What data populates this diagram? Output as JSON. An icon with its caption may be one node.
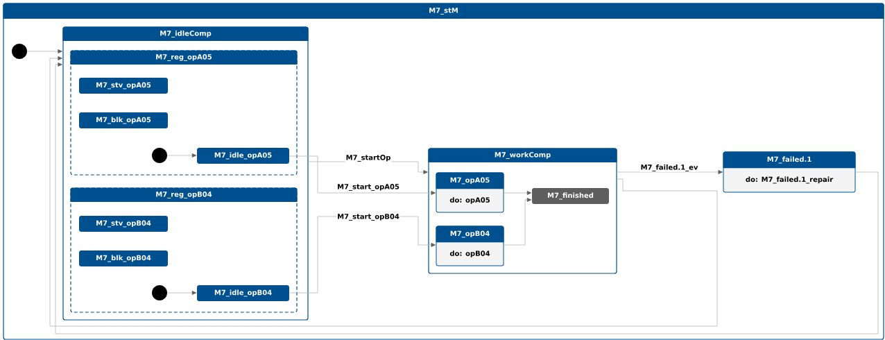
{
  "diagram": {
    "nodes": [
      {
        "text": [
          "M7_stM"
        ]
      },
      {
        "text": [],
        "shape": "circle",
        "in": 0
      },
      {
        "text": [
          "M7_idleComp"
        ],
        "in": 0
      },
      {
        "text": [
          "M7_reg_opA05"
        ],
        "in": 2
      },
      {
        "text": [
          "M7_stv_opA05"
        ],
        "in": 3
      },
      {
        "text": [
          "M7_blk_opA05"
        ],
        "in": 3
      },
      {
        "text": [],
        "shape": "circle",
        "in": 3
      },
      {
        "text": [
          "M7_idle_opA05"
        ],
        "in": 3
      },
      {
        "text": [
          "M7_reg_opB04"
        ],
        "in": 2
      },
      {
        "text": [
          "M7_stv_opB04"
        ],
        "in": 8
      },
      {
        "text": [
          "M7_blk_opB04"
        ],
        "in": 8
      },
      {
        "text": [],
        "shape": "circle",
        "in": 8
      },
      {
        "text": [
          "M7_idle_opB04"
        ],
        "in": 8
      },
      {
        "text": [
          "M7_workComp"
        ],
        "in": 0
      },
      {
        "text": [
          "M7_opA05",
          "do: opA05"
        ],
        "in": 13
      },
      {
        "text": [
          "M7_opB04",
          "do: opB04"
        ],
        "in": 13
      },
      {
        "text": [
          "M7_finished"
        ],
        "in": 13
      },
      {
        "text": [
          "M7_failed.1",
          "do: M7_failed.1_repair"
        ],
        "in": 0
      }
    ],
    "edges": [
      {
        "from": 1,
        "to": 2,
        "arrow": "to"
      },
      {
        "from": 6,
        "to": 7,
        "arrow": "to"
      },
      {
        "from": 11,
        "to": 12,
        "arrow": "to"
      },
      {
        "from": 2,
        "to": 13,
        "label": "M7_startOp",
        "arrow": "to"
      },
      {
        "from": 7,
        "to": 14,
        "label": "M7_start_opA05",
        "arrow": "to"
      },
      {
        "from": 12,
        "to": 15,
        "label": "M7_start_opB04",
        "arrow": "to"
      },
      {
        "from": 14,
        "to": 16,
        "arrow": "to"
      },
      {
        "from": 15,
        "to": 16,
        "arrow": "to"
      },
      {
        "from": 13,
        "to": 17,
        "label": "M7_failed.1_ev",
        "arrow": "to"
      },
      {
        "from": 13,
        "to": 2,
        "arrow": "to"
      },
      {
        "from": 17,
        "to": 2,
        "arrow": "to"
      }
    ]
  }
}
